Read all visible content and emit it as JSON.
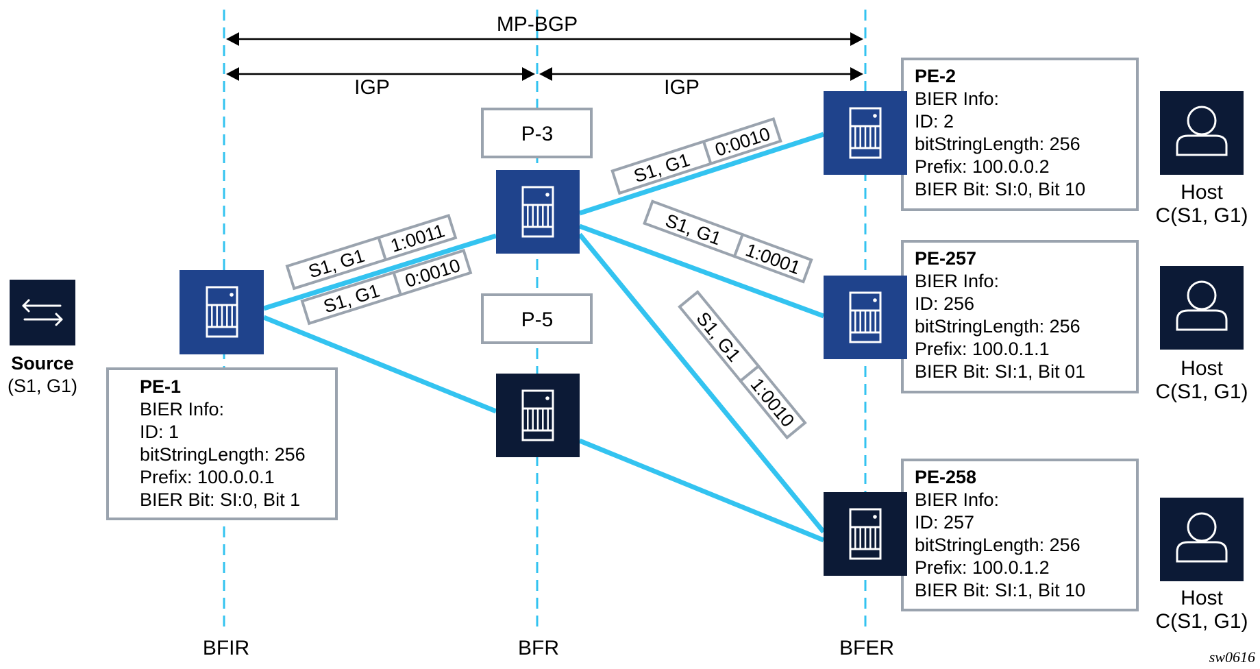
{
  "title": "BIER multicast forwarding topology",
  "colors": {
    "link": "#33c3f0",
    "guide": "#33c3f0",
    "router_blue": "#1f438c",
    "router_dark": "#0c1a36",
    "box_border": "#9aa3ae",
    "arrow": "#000000"
  },
  "roles": {
    "bfir": "BFIR",
    "bfr": "BFR",
    "bfer": "BFER"
  },
  "spans": {
    "mpbgp": "MP-BGP",
    "igp_left": "IGP",
    "igp_right": "IGP"
  },
  "source": {
    "name": "Source",
    "flow": "(S1, G1)",
    "icon": "bidirectional-arrows-icon"
  },
  "nodes": {
    "pe1": {
      "name": "PE-1",
      "lines": [
        "BIER Info:",
        "ID: 1",
        "bitStringLength: 256",
        "Prefix: 100.0.0.1",
        "BIER Bit: SI:0, Bit 1"
      ]
    },
    "p3": {
      "name": "P-3"
    },
    "p5": {
      "name": "P-5"
    },
    "pe2": {
      "name": "PE-2",
      "lines": [
        "BIER Info:",
        "ID: 2",
        "bitStringLength: 256",
        "Prefix: 100.0.0.2",
        "BIER Bit: SI:0, Bit 10"
      ]
    },
    "pe257": {
      "name": "PE-257",
      "lines": [
        "BIER Info:",
        "ID: 256",
        "bitStringLength: 256",
        "Prefix: 100.0.1.1",
        "BIER Bit: SI:1, Bit 01"
      ]
    },
    "pe258": {
      "name": "PE-258",
      "lines": [
        "BIER Info:",
        "ID: 257",
        "bitStringLength: 256",
        "Prefix: 100.0.1.2",
        "BIER Bit: SI:1, Bit 10"
      ]
    }
  },
  "hosts": [
    {
      "name": "Host",
      "flow": "C(S1, G1)"
    },
    {
      "name": "Host",
      "flow": "C(S1, G1)"
    },
    {
      "name": "Host",
      "flow": "C(S1, G1)"
    }
  ],
  "link_labels": {
    "pe1_p3_upper": {
      "flow": "S1, G1",
      "bits": "1:0011"
    },
    "pe1_p3_lower": {
      "flow": "S1, G1",
      "bits": "0:0010"
    },
    "p3_pe2": {
      "flow": "S1, G1",
      "bits": "0:0010"
    },
    "p3_pe257": {
      "flow": "S1, G1",
      "bits": "1:0001"
    },
    "p3_pe258": {
      "flow": "S1, G1",
      "bits": "1:0010"
    }
  },
  "figure_id": "sw0616"
}
